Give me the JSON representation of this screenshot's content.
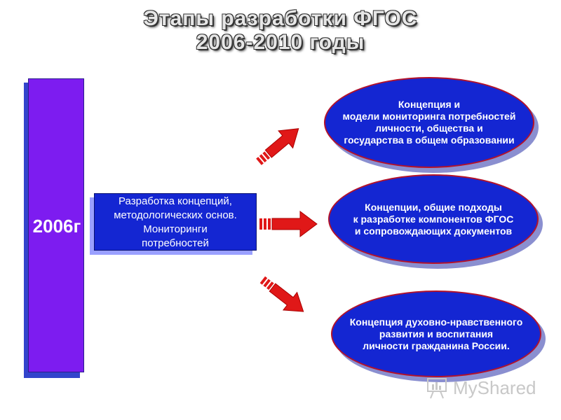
{
  "title": {
    "line1": "Этапы разработки ФГОС",
    "line2": "2006-2010 годы"
  },
  "year": "2006г",
  "concept": {
    "lines": [
      "Разработка концепций,",
      "методологических основ.",
      "Мониторинги",
      "потребностей"
    ]
  },
  "outputs": [
    {
      "lines": [
        "Концепция и",
        "модели мониторинга потребностей",
        "личности, общества и",
        "государства в общем образовании"
      ]
    },
    {
      "lines": [
        "Концепции, общие подходы",
        "к разработке компонентов ФГОС",
        "и сопровождающих документов"
      ]
    },
    {
      "lines": [
        "Концепция духовно-нравственного",
        "развития и воспитания",
        "личности гражданина России."
      ]
    }
  ],
  "watermark": "MyShared",
  "colors": {
    "bar": "#7d1cf0",
    "box": "#1426d2",
    "ellipse_border": "#b3122a",
    "arrow": "#e01818"
  }
}
